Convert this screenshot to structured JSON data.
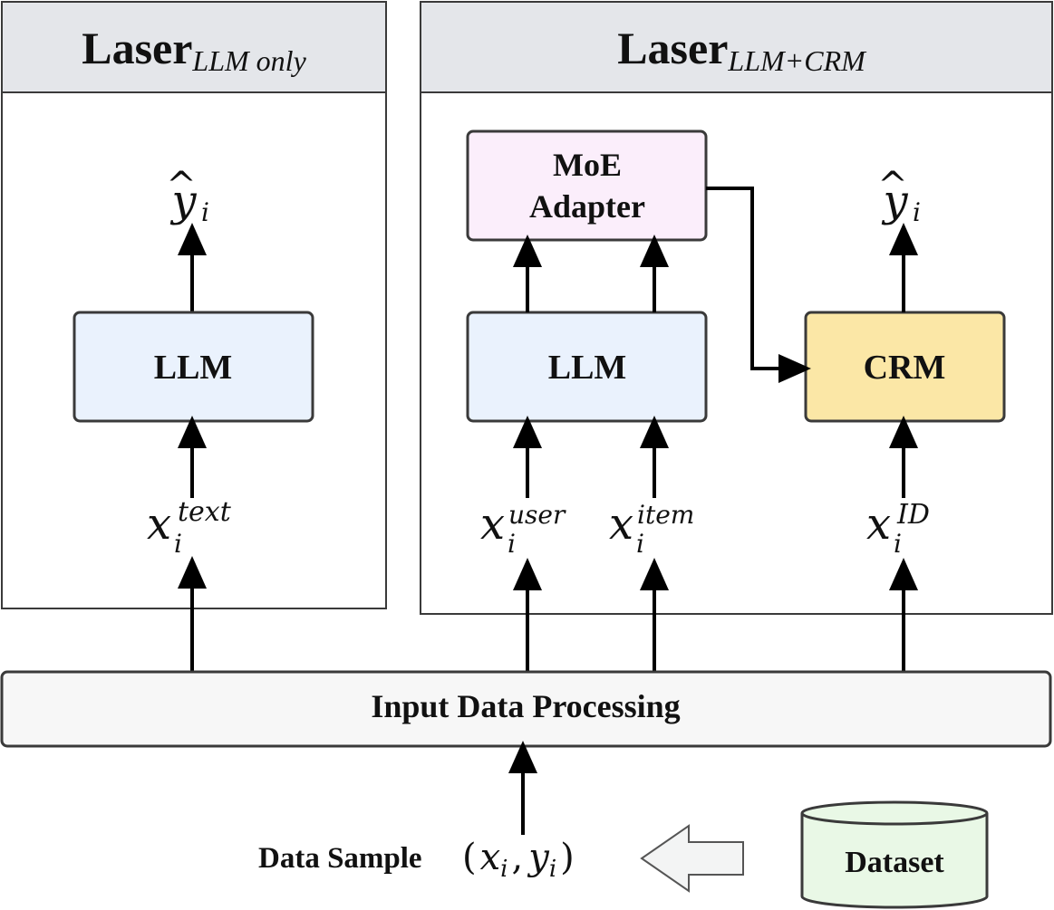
{
  "panel_left": {
    "title_main": "Laser",
    "title_sub": "LLM only",
    "llm_label": "LLM",
    "output_symbol": "y",
    "output_hat": "^",
    "output_sub": "i",
    "input_base": "x",
    "input_sub": "i",
    "input_sup": "text"
  },
  "panel_right": {
    "title_main": "Laser",
    "title_sub": "LLM+CRM",
    "moe_line1": "MoE",
    "moe_line2": "Adapter",
    "llm_label": "LLM",
    "crm_label": "CRM",
    "output_symbol": "y",
    "output_hat": "^",
    "output_sub": "i",
    "input_user_base": "x",
    "input_user_sub": "i",
    "input_user_sup": "user",
    "input_item_base": "x",
    "input_item_sub": "i",
    "input_item_sup": "item",
    "input_id_base": "x",
    "input_id_sub": "i",
    "input_id_sup": "ID"
  },
  "processing": {
    "label": "Input Data Processing"
  },
  "sample": {
    "label": "Data Sample",
    "open_paren": "(",
    "x": "x",
    "x_sub": "i",
    "comma": ",",
    "y": "y",
    "y_sub": "i",
    "close_paren": ")"
  },
  "dataset": {
    "label": "Dataset"
  },
  "colors": {
    "panel_header": "#e4e6ea",
    "llm_fill": "#eaf2fd",
    "moe_fill": "#fbeefb",
    "crm_fill": "#fbe7a6",
    "processing_fill": "#f7f7f7",
    "dataset_fill": "#e9f8e6",
    "stroke": "#3a3a3a",
    "arrow": "#000000"
  }
}
